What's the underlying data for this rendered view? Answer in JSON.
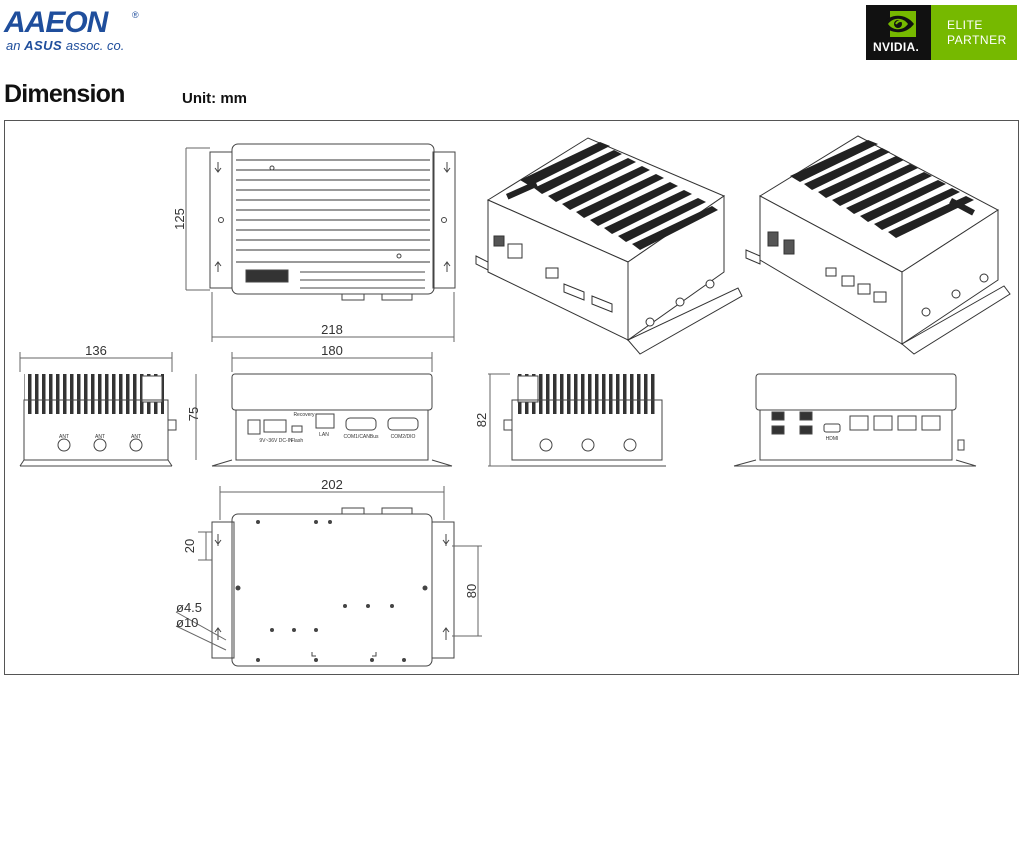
{
  "header": {
    "logo_text": "AAEON",
    "logo_reg": "®",
    "logo_tagline_prefix": "an",
    "logo_tagline_brand": "ASUS",
    "logo_tagline_suffix": "assoc. co.",
    "partner_brand": "NVIDIA.",
    "partner_line1": "ELITE",
    "partner_line2": "PARTNER"
  },
  "section": {
    "title": "Dimension",
    "unit": "Unit: mm"
  },
  "dimensions": {
    "top_height": "125",
    "top_width": "218",
    "side_width": "136",
    "side_height": "75",
    "front_width": "180",
    "rear_height": "82",
    "bottom_width": "202",
    "bottom_offset": "20",
    "bottom_span": "80",
    "hole_small": "ø4.5",
    "hole_large": "ø10"
  },
  "labels": {
    "ant": "ANT",
    "lan": "LAN",
    "hdmi": "HDMI",
    "com1": "COM1/CANBus",
    "com2": "COM2/DIO",
    "power": "9V~36V DC-IN",
    "flash": "Flash",
    "recovery": "Recovery",
    "brand_mark": "AAEON"
  },
  "colors": {
    "brand_blue": "#1f4e9c",
    "nvidia_green": "#76b900",
    "line": "#444444"
  }
}
